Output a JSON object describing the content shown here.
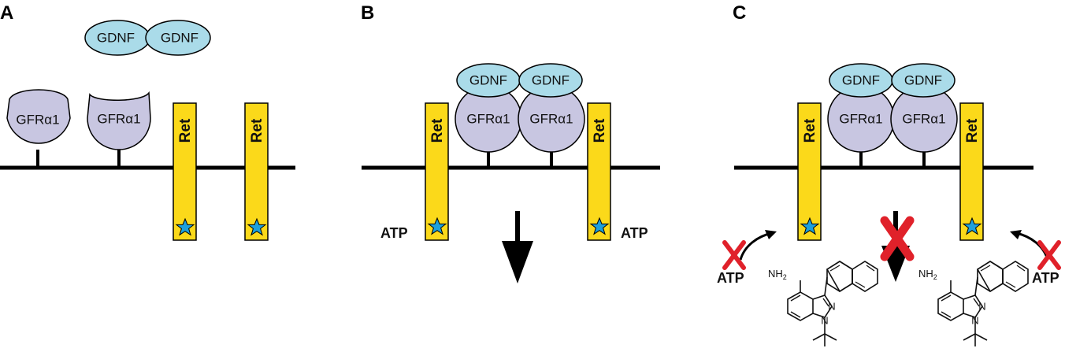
{
  "panels": {
    "a": {
      "letter": "A"
    },
    "b": {
      "letter": "B"
    },
    "c": {
      "letter": "C"
    }
  },
  "labels": {
    "gdnf": "GDNF",
    "gfr": "GFRα1",
    "ret": "Ret",
    "atp": "ATP",
    "nh2": "NH",
    "nh2_sub": "2",
    "n": "N"
  },
  "colors": {
    "gdnf_fill": "#aadbe9",
    "gfr_fill": "#c8c6e1",
    "ret_fill": "#fbd91a",
    "star_fill": "#1ea0dc",
    "inhibit_x": "#e0212a",
    "line": "#000000"
  }
}
